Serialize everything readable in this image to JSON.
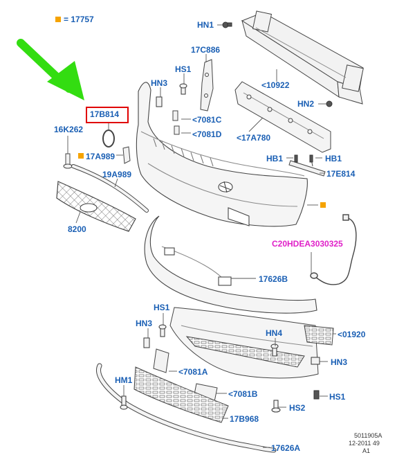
{
  "legend": {
    "square_text": "= 17757",
    "square_color": "#f5a300"
  },
  "colors": {
    "label": "#1a5fb4",
    "wiring_label": "#e020c8",
    "arrow": "#33dd11",
    "highlight": "#e00000",
    "line": "#555555"
  },
  "labels": {
    "hn1": "HN1",
    "rebar": "<10922",
    "hn2": "HN2",
    "c17c886": "17C886",
    "hs1_top": "HS1",
    "hn3_top": "HN3",
    "r7081c": "<7081C",
    "r7081d": "<7081D",
    "absorber": "<17A780",
    "highlight_part": "17B814",
    "k16k262": "16K262",
    "a17a989": "17A989",
    "a19a989": "19A989",
    "hb1_left": "HB1",
    "hb1_right": "HB1",
    "e17e814": "17E814",
    "grille": "8200",
    "wiring": "C20HDEA3030325",
    "lower": "17626B",
    "hs1_mid": "HS1",
    "hn3_mid": "HN3",
    "hn4": "HN4",
    "r01920": "<01920",
    "hn3_right": "HN3",
    "r7081a": "<7081A",
    "hm1": "HM1",
    "r7081b": "<7081B",
    "hs1_right": "HS1",
    "hs2": "HS2",
    "b17b968": "17B968",
    "spoiler": "17626A"
  },
  "footer": {
    "code": "5011905A",
    "date": "12-2011 49",
    "rev": "A1"
  }
}
